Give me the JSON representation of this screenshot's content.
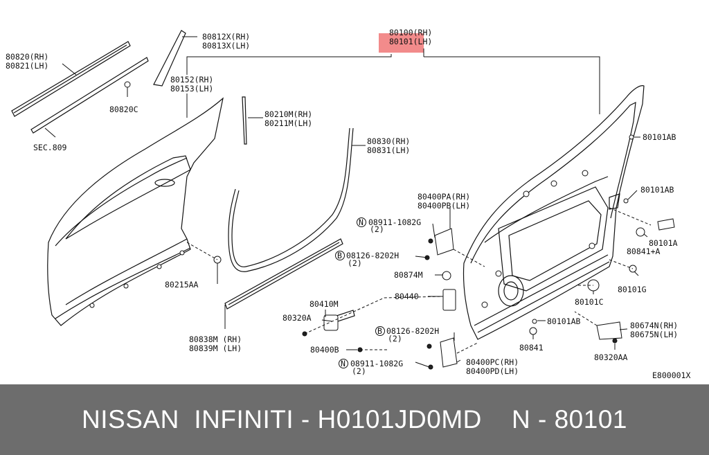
{
  "diagram": {
    "drawing_code": "E800001X",
    "highlight_color": "#f28b8b",
    "labels": {
      "p80812x": "80812X(RH)",
      "p80813x": "80813X(LH)",
      "p80100": "80100(RH)",
      "p80101": "80101(LH)",
      "p80820": "80820(RH)",
      "p80821": "80821(LH)",
      "p80820c": "80820C",
      "sec809": "SEC.809",
      "p80152": "80152(RH)",
      "p80153": "80153(LH)",
      "p80210m": "80210M(RH)",
      "p80211m": "80211M(LH)",
      "p80830": "80830(RH)",
      "p80831": "80831(LH)",
      "p80215aa": "80215AA",
      "p80838m": "80838M (RH)",
      "p80839m": "80839M (LH)",
      "p80400pa": "80400PA(RH)",
      "p80400pb": "80400PB(LH)",
      "p08911a": "08911-1082G",
      "p08911a_qty": "(2)",
      "p08126a": "08126-8202H",
      "p08126a_qty": "(2)",
      "p80874m": "80874M",
      "p80440": "80440",
      "p80410m": "80410M",
      "p80320a": "80320A",
      "p80400b": "80400B",
      "p08126b": "08126-8202H",
      "p08126b_qty": "(2)",
      "p08911b": "08911-1082G",
      "p08911b_qty": "(2)",
      "p80400pc": "80400PC(RH)",
      "p80400pd": "80400PD(LH)",
      "p80101ab_1": "80101AB",
      "p80101ab_2": "80101AB",
      "p80101a": "80101A",
      "p80841a": "80841+A",
      "p80101g": "80101G",
      "p80101c": "80101C",
      "p80101ab_3": "80101AB",
      "p80841": "80841",
      "p80674n": "80674N(RH)",
      "p80675n": "80675N(LH)",
      "p80320aa": "80320AA",
      "circle_n": "N",
      "circle_b": "B"
    }
  },
  "footer": {
    "text": "NISSAN  INFINITI - H0101JD0MD    N - 80101",
    "background": "#6d6d6d"
  }
}
